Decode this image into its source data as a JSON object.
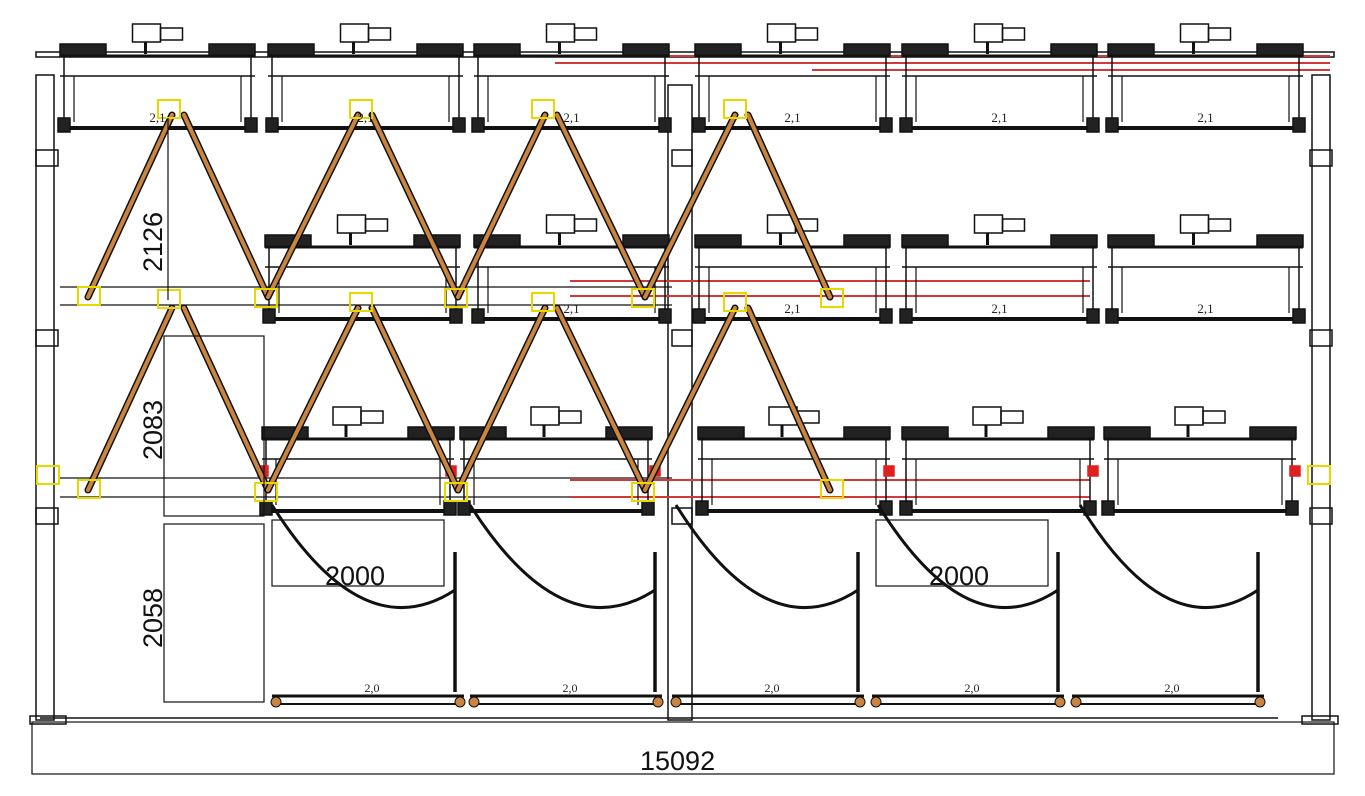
{
  "dimensions": {
    "total_width": "15092",
    "span_lower_left": "2000",
    "span_lower_right": "2000",
    "tier_height_top": "2126",
    "tier_height_middle": "2083",
    "tier_height_bottom": "2058"
  },
  "tiers": [
    {
      "level": "top",
      "modules": [
        "2,1",
        "2,1",
        "2,1",
        "2,1",
        "2,1",
        "2,1"
      ]
    },
    {
      "level": "middle",
      "modules": [
        "",
        "2,1",
        "2,1",
        "2,1",
        "2,1"
      ]
    },
    {
      "level": "bottom",
      "modules": [
        "",
        "",
        "",
        "",
        ""
      ]
    },
    {
      "level": "floor",
      "modules": [
        "2,0",
        "2,0",
        "2,0",
        "2,0",
        "2,0"
      ]
    }
  ],
  "colors": {
    "line": "#111111",
    "highlight_rail": "#d23a3a",
    "link_bar": "#c9853f",
    "marker": "#e8d800",
    "stop_block": "#e02020"
  }
}
